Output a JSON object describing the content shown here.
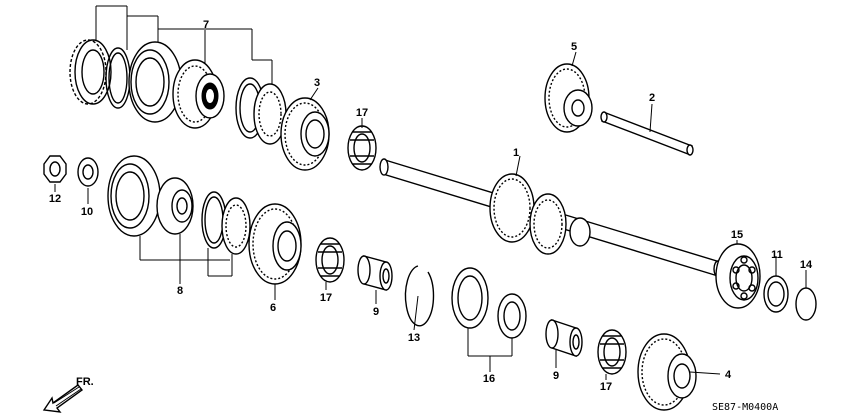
{
  "diagram": {
    "drawing_code": "SE87-M0400A",
    "direction_label": "FR.",
    "callouts": {
      "p1": "1",
      "p2": "2",
      "p3": "3",
      "p4": "4",
      "p5": "5",
      "p6": "6",
      "p7": "7",
      "p8": "8",
      "p9a": "9",
      "p9b": "9",
      "p10": "10",
      "p11": "11",
      "p12": "12",
      "p13": "13",
      "p14": "14",
      "p15": "15",
      "p16": "16",
      "p17a": "17",
      "p17b": "17",
      "p17c": "17"
    }
  }
}
